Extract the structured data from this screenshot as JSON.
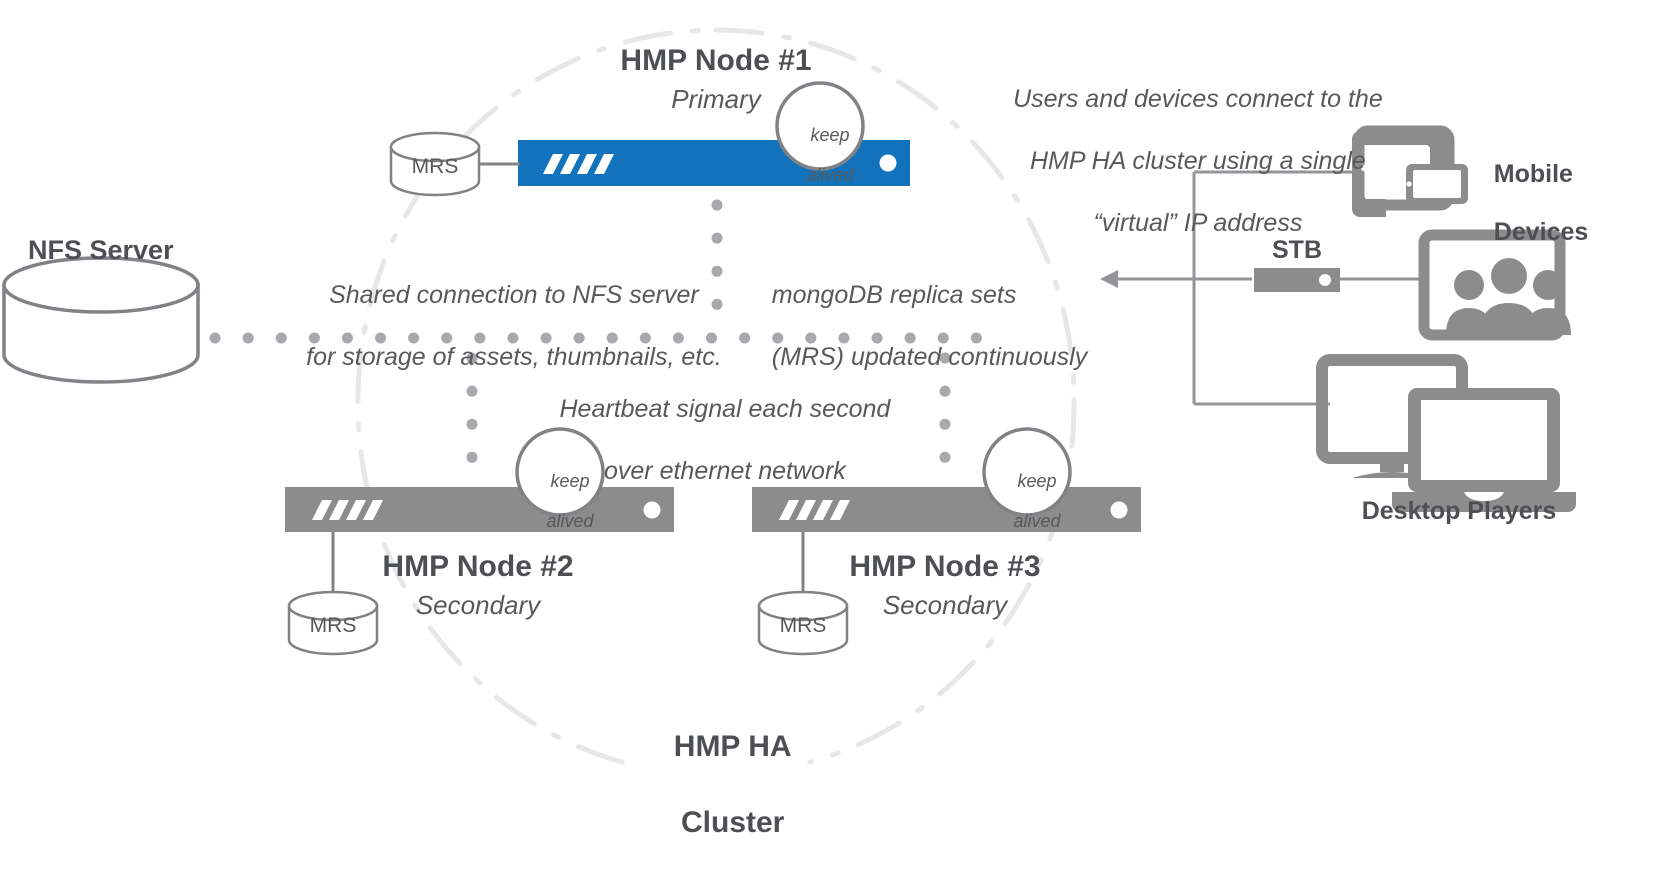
{
  "diagram": {
    "title": "HMP HA Cluster",
    "colors": {
      "primary_blue": "#1273BC",
      "node_gray": "#8C8C8C",
      "text_gray": "#58595B",
      "heading_gray": "#4D4F53",
      "dot_gray": "#A7A9AC",
      "cluster_ring": "#E6E7E8"
    },
    "nodes": [
      {
        "id": "node1",
        "title": "HMP Node #1",
        "role": "Primary",
        "state": "primary",
        "keepalived_line1": "keep",
        "keepalived_line2": "alived",
        "db_label": "MRS"
      },
      {
        "id": "node2",
        "title": "HMP Node #2",
        "role": "Secondary",
        "state": "secondary",
        "keepalived_line1": "keep",
        "keepalived_line2": "alived",
        "db_label": "MRS"
      },
      {
        "id": "node3",
        "title": "HMP Node #3",
        "role": "Secondary",
        "state": "secondary",
        "keepalived_line1": "keep",
        "keepalived_line2": "alived",
        "db_label": "MRS"
      }
    ],
    "storage": {
      "label": "NFS Server"
    },
    "cluster_label_line1": "HMP HA",
    "cluster_label_line2": "Cluster",
    "annotations": {
      "nfs_note_line1": "Shared connection to NFS server",
      "nfs_note_line2": "for storage of assets, thumbnails, etc.",
      "mongo_note_line1": "mongoDB replica sets",
      "mongo_note_line2": "(MRS) updated continuously",
      "heartbeat_line1": "Heartbeat signal each second",
      "heartbeat_line2": "over ethernet network",
      "virtual_ip_line1": "Users and devices connect to the",
      "virtual_ip_line2": "HMP HA cluster using a single",
      "virtual_ip_line3": "“virtual” IP address"
    },
    "clients": [
      {
        "id": "mobile",
        "label_line1": "Mobile",
        "label_line2": "Devices",
        "icon": "tablet-phone-icon"
      },
      {
        "id": "stb",
        "label_line1": "STB",
        "label_line2": "",
        "icon": "set-top-box-icon"
      },
      {
        "id": "tv",
        "label_line1": "",
        "label_line2": "",
        "icon": "tv-viewers-icon"
      },
      {
        "id": "desktop",
        "label_line1": "Desktop Players",
        "label_line2": "",
        "icon": "monitor-laptop-icon"
      }
    ]
  }
}
